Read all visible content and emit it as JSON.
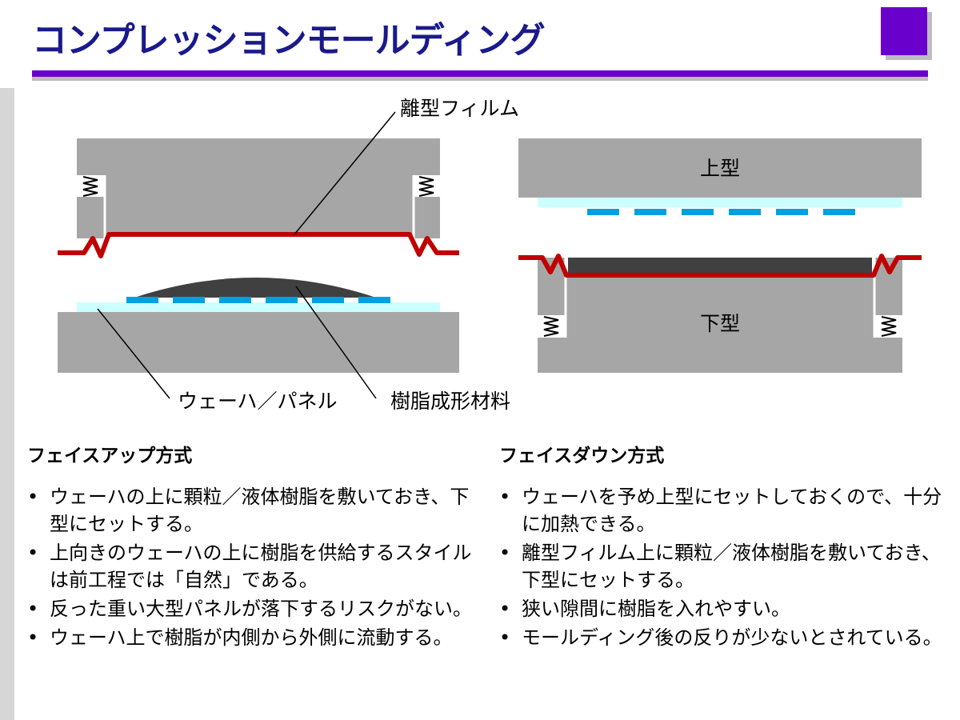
{
  "title": "コンプレッションモールディング",
  "labels": {
    "release_film": "離型フィルム",
    "upper_mold": "上型",
    "lower_mold": "下型",
    "wafer_panel": "ウェーハ／パネル",
    "resin_material": "樹脂成形材料"
  },
  "face_up": {
    "heading": "フェイスアップ方式",
    "bullets": [
      "ウェーハの上に顆粒／液体樹脂を敷いておき、下型にセットする。",
      "上向きのウェーハの上に樹脂を供給するスタイルは前工程では「自然」である。",
      "反った重い大型パネルが落下するリスクがない。",
      "ウェーハ上で樹脂が内側から外側に流動する。"
    ]
  },
  "face_down": {
    "heading": "フェイスダウン方式",
    "bullets": [
      "ウェーハを予め上型にセットしておくので、十分に加熱できる。",
      "離型フィルム上に顆粒／液体樹脂を敷いておき、下型にセットする。",
      "狭い隙間に樹脂を入れやすい。",
      "モールディング後の反りが少ないとされている。"
    ]
  },
  "colors": {
    "title": "#1a1a8c",
    "accent": "#6a00cc",
    "mold": "#a6a6a6",
    "film": "#c00000",
    "resin": "#404040",
    "wafer": "#ccffff",
    "chip": "#00a0e0"
  }
}
